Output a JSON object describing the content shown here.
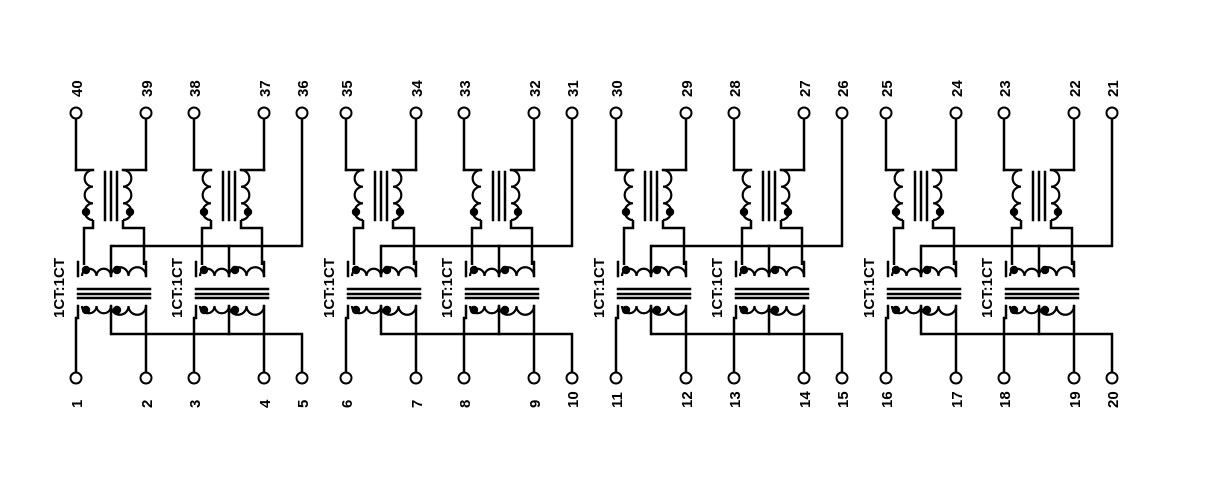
{
  "diagram": {
    "ink_color": "#000000",
    "background": "#ffffff",
    "top_pin_labels": [
      "40",
      "39",
      "38",
      "37",
      "36",
      "35",
      "34",
      "33",
      "32",
      "31",
      "30",
      "29",
      "28",
      "27",
      "26",
      "25",
      "24",
      "23",
      "22",
      "21"
    ],
    "bottom_pin_labels": [
      "1",
      "2",
      "3",
      "4",
      "5",
      "6",
      "7",
      "8",
      "9",
      "10",
      "11",
      "12",
      "13",
      "14",
      "15",
      "16",
      "17",
      "18",
      "19",
      "20"
    ],
    "ratio_labels": [
      "1CT:1CT",
      "1CT:1CT",
      "1CT:1CT",
      "1CT:1CT",
      "1CT:1CT",
      "1CT:1CT",
      "1CT:1CT",
      "1CT:1CT"
    ],
    "channels": 8,
    "components": {
      "common_mode_choke_count": 8,
      "isolation_transformer_count": 8
    }
  }
}
